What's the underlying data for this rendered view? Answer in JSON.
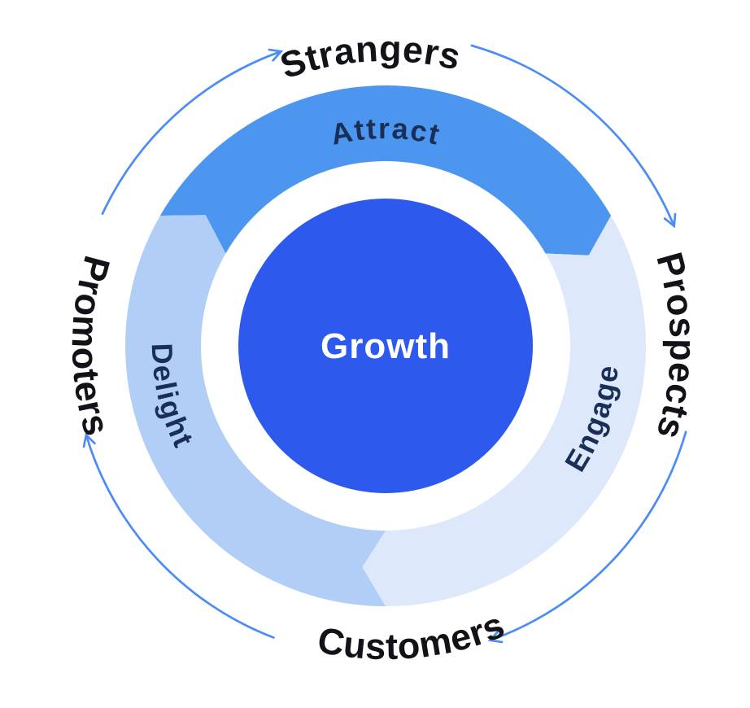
{
  "diagram": {
    "center": {
      "label": "Growth"
    },
    "segments": {
      "attract": {
        "label": "Attract"
      },
      "engage": {
        "label": "Engage"
      },
      "delight": {
        "label": "Delight"
      }
    },
    "outer_labels": {
      "top": "Strangers",
      "right": "Prospects",
      "bottom": "Customers",
      "left": "Promoters"
    },
    "colors": {
      "attract_segment": "#4D96F0",
      "engage_segment": "#DEE8FB",
      "delight_segment": "#B1CEF6",
      "center_circle": "#2D59ED",
      "arrow_stroke": "#4C8CF5",
      "outer_label_text": "#121318",
      "segment_label_text": "#1A2F55",
      "center_label_text": "#FFFFFF",
      "background": "#FFFFFF"
    }
  }
}
